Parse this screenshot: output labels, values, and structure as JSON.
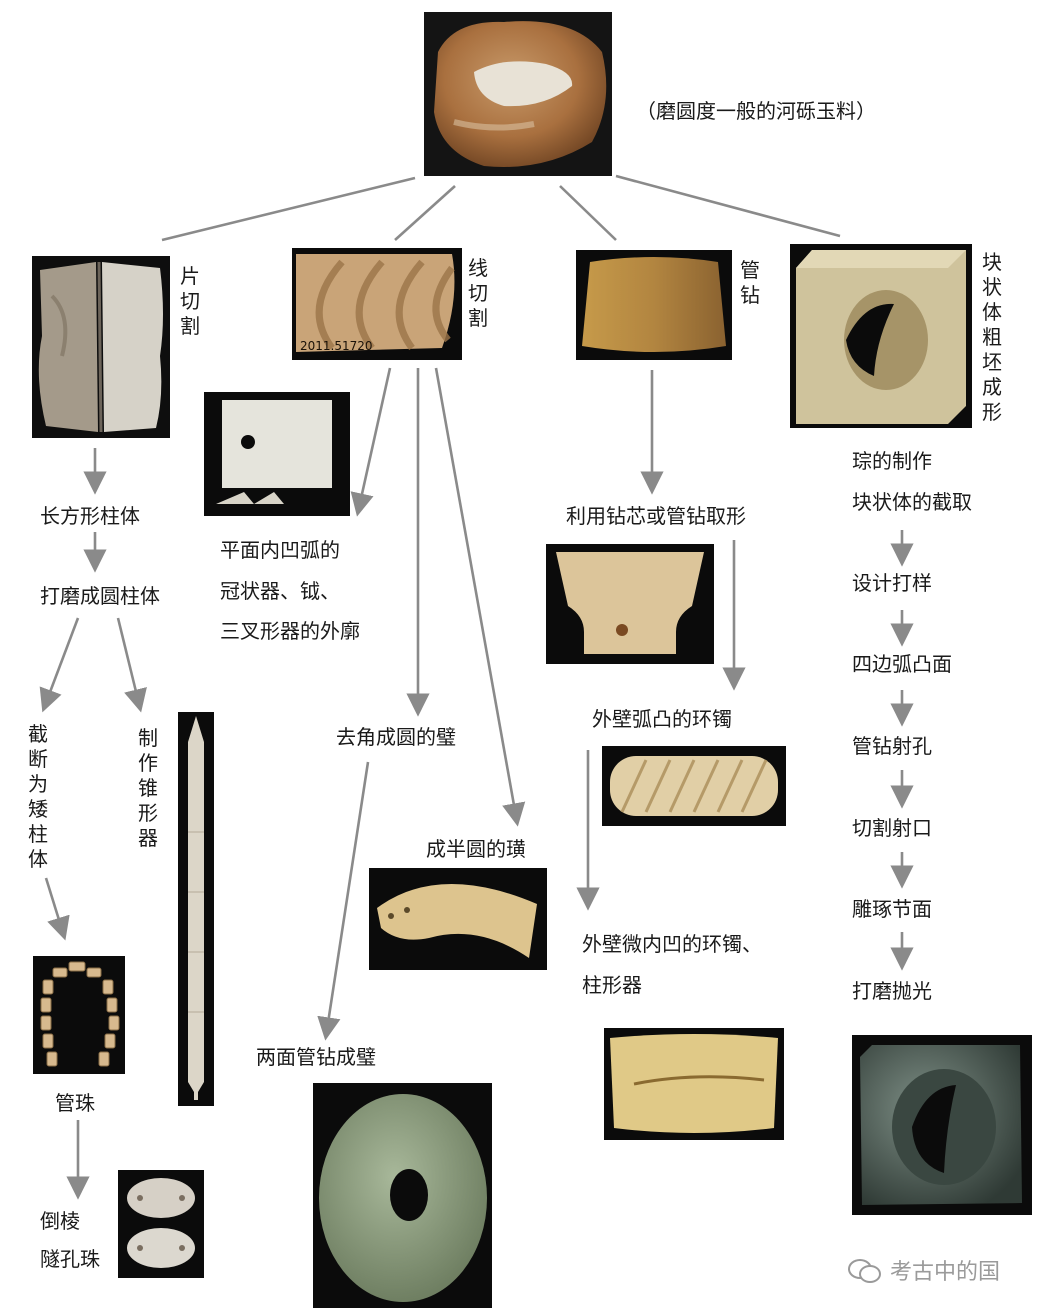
{
  "root": {
    "caption": "（磨圆度一般的河砾玉料）"
  },
  "branches": {
    "piece_cut": {
      "label": "片切割"
    },
    "wire_cut": {
      "label": "线切割"
    },
    "tube_drill": {
      "label": "管钻"
    },
    "block": {
      "label": "块状体粗坯成形"
    }
  },
  "col1": {
    "step1": "长方形柱体",
    "step2": "打磨成圆柱体",
    "left_branch": "截断为矮柱体",
    "right_branch": "制作锥形器",
    "beads": "管珠",
    "ridge_bead_1": "倒棱",
    "ridge_bead_2": "隧孔珠"
  },
  "col2": {
    "crown_1": "平面内凹弧的",
    "crown_2": "冠状器、钺、",
    "crown_3": "三叉形器的外廓",
    "round_bi": "去角成圆的璧",
    "huang": "成半圆的璜",
    "two_side_bi": "两面管钻成璧"
  },
  "col3": {
    "core": "利用钻芯或管钻取形",
    "convex": "外壁弧凸的环镯",
    "concave_1": "外壁微内凹的环镯、",
    "concave_2": "柱形器"
  },
  "col4": {
    "title_1": "琮的制作",
    "title_2": "块状体的截取",
    "steps": [
      "设计打样",
      "四边弧凸面",
      "管钻射孔",
      "切割射口",
      "雕琢节面",
      "打磨抛光"
    ]
  },
  "watermark": {
    "text": "考古中的国"
  },
  "colors": {
    "arrow": "#8a8a8a",
    "text": "#1a1a1a",
    "photo_bg": "#0b0b0b"
  }
}
